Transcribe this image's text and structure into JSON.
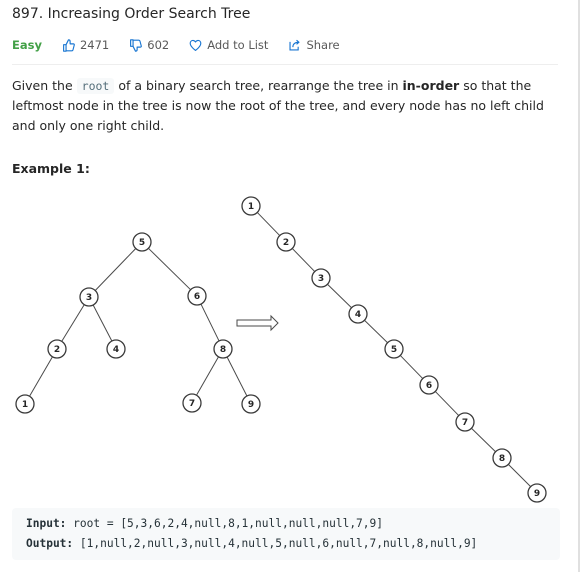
{
  "problem": {
    "title": "897. Increasing Order Search Tree",
    "difficulty": "Easy",
    "likes": "2471",
    "dislikes": "602",
    "add_to_list": "Add to List",
    "share": "Share",
    "difficulty_color": "#43a047"
  },
  "description": {
    "part1": "Given the ",
    "code_root": "root",
    "part2": " of a binary search tree, rearrange the tree in ",
    "bold": "in-order",
    "part3": " so that the leftmost node in the tree is now the root of the tree, and every node has no left child and only one right child."
  },
  "example": {
    "title": "Example 1:",
    "input_label": "Input:",
    "input_value": "root = [5,3,6,2,4,null,8,1,null,null,null,7,9]",
    "output_label": "Output:",
    "output_value": "[1,null,2,null,3,null,4,null,5,null,6,null,7,null,8,null,9]"
  },
  "figure": {
    "original_tree_values": [
      "5",
      "3",
      "6",
      "2",
      "4",
      "8",
      "1",
      "7",
      "9"
    ],
    "result_chain_values": [
      "1",
      "2",
      "3",
      "4",
      "5",
      "6",
      "7",
      "8",
      "9"
    ]
  }
}
